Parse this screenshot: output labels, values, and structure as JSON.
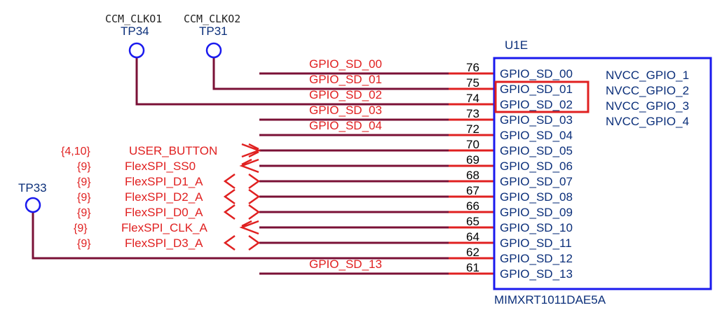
{
  "component": {
    "ref": "U1E",
    "part": "MIMXRT1011DAE5A",
    "left_pins": [
      {
        "num": "76",
        "name": "GPIO_SD_00"
      },
      {
        "num": "75",
        "name": "GPIO_SD_01"
      },
      {
        "num": "74",
        "name": "GPIO_SD_02"
      },
      {
        "num": "73",
        "name": "GPIO_SD_03"
      },
      {
        "num": "72",
        "name": "GPIO_SD_04"
      },
      {
        "num": "70",
        "name": "GPIO_SD_05"
      },
      {
        "num": "69",
        "name": "GPIO_SD_06"
      },
      {
        "num": "68",
        "name": "GPIO_SD_07"
      },
      {
        "num": "67",
        "name": "GPIO_SD_08"
      },
      {
        "num": "66",
        "name": "GPIO_SD_09"
      },
      {
        "num": "65",
        "name": "GPIO_SD_10"
      },
      {
        "num": "64",
        "name": "GPIO_SD_11"
      },
      {
        "num": "62",
        "name": "GPIO_SD_12"
      },
      {
        "num": "61",
        "name": "GPIO_SD_13"
      }
    ],
    "right_pins": [
      "NVCC_GPIO_1",
      "NVCC_GPIO_2",
      "NVCC_GPIO_3",
      "NVCC_GPIO_4"
    ],
    "highlighted_pins": [
      "GPIO_SD_01",
      "GPIO_SD_02"
    ]
  },
  "net_labels": [
    "GPIO_SD_00",
    "GPIO_SD_01",
    "GPIO_SD_02",
    "GPIO_SD_03",
    "GPIO_SD_04",
    "GPIO_SD_13"
  ],
  "test_points": [
    {
      "name": "TP34",
      "net": "CCM_CLKO1"
    },
    {
      "name": "TP31",
      "net": "CCM_CLKO2"
    },
    {
      "name": "TP33",
      "net": ""
    }
  ],
  "port_signals": [
    {
      "ref": "{4,10}",
      "name": "USER_BUTTON",
      "dir": "in"
    },
    {
      "ref": "{9}",
      "name": "FlexSPI_SS0",
      "dir": "out"
    },
    {
      "ref": "{9}",
      "name": "FlexSPI_D1_A",
      "dir": "bi"
    },
    {
      "ref": "{9}",
      "name": "FlexSPI_D2_A",
      "dir": "bi"
    },
    {
      "ref": "{9}",
      "name": "FlexSPI_D0_A",
      "dir": "bi"
    },
    {
      "ref": "{9}",
      "name": "FlexSPI_CLK_A",
      "dir": "out"
    },
    {
      "ref": "{9}",
      "name": "FlexSPI_D3_A",
      "dir": "bi"
    }
  ],
  "colors": {
    "wire": "#7a1036",
    "pin_stub": "#e02020",
    "box": "#1a1aee",
    "highlight": "#e02020",
    "pin_text": "#0b2f7a",
    "net_text": "#e02020"
  }
}
